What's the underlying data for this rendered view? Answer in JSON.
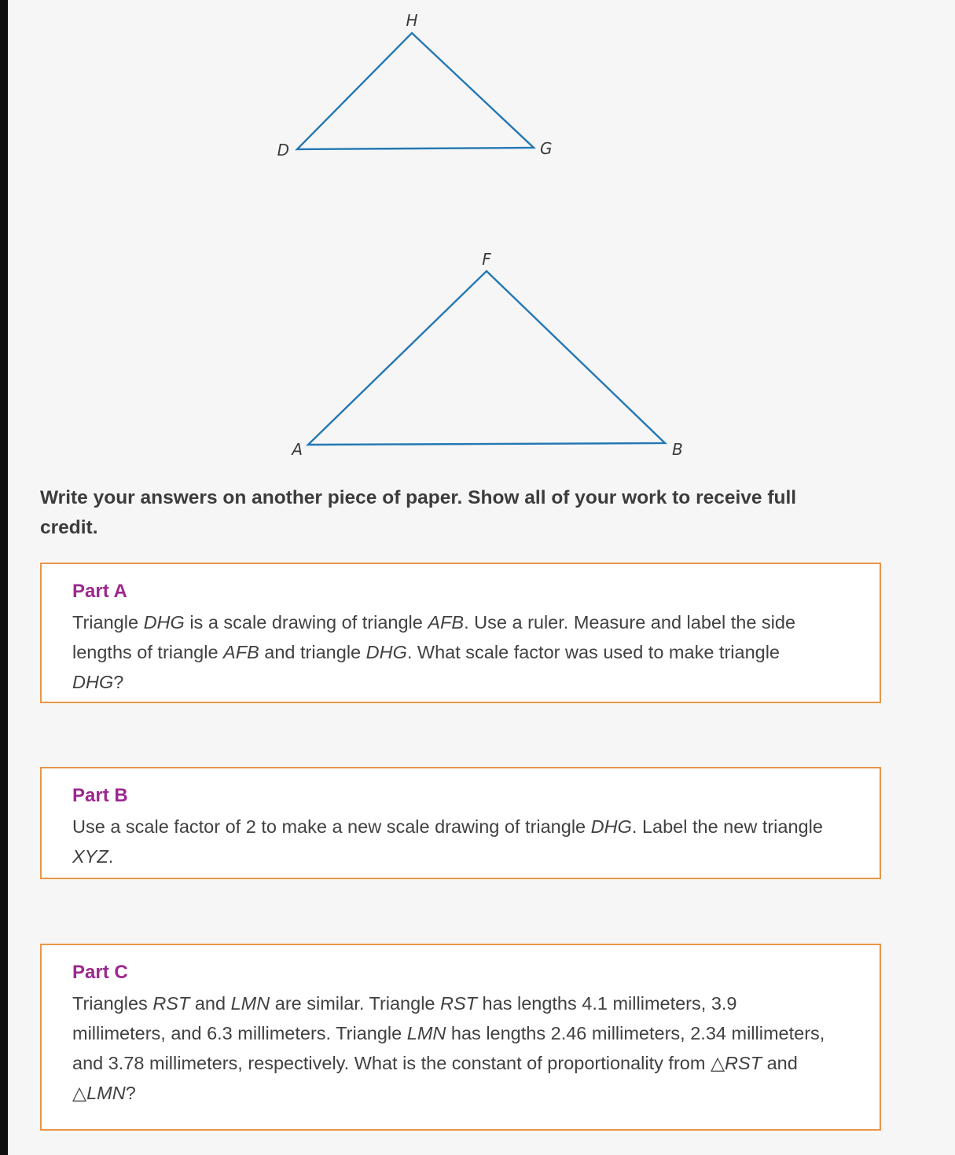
{
  "page": {
    "background_color": "#f6f6f6",
    "left_edge_color": "#101010",
    "triangle_stroke_color": "#2478b3",
    "part_title_color": "#9c288e",
    "box_border_color": "#ea9548"
  },
  "figure": {
    "triangle_dhg": {
      "labels": {
        "top": "H",
        "left": "D",
        "right": "G"
      }
    },
    "triangle_afb": {
      "labels": {
        "top": "F",
        "left": "A",
        "right": "B"
      }
    }
  },
  "instructions": "Write your answers on another piece of paper. Show all of your work to receive full credit.",
  "parts": [
    {
      "title": "Part A",
      "body": [
        {
          "t": "Triangle "
        },
        {
          "t": "DHG",
          "i": true
        },
        {
          "t": " is a scale drawing of triangle "
        },
        {
          "t": "AFB",
          "i": true
        },
        {
          "t": ". Use a ruler. Measure and label the side lengths of triangle "
        },
        {
          "t": "AFB",
          "i": true
        },
        {
          "t": " and triangle "
        },
        {
          "t": "DHG",
          "i": true
        },
        {
          "t": ". What scale factor was used to make triangle "
        },
        {
          "t": "DHG",
          "i": true
        },
        {
          "t": "?"
        }
      ]
    },
    {
      "title": "Part B",
      "body": [
        {
          "t": "Use a scale factor of 2 to make a new scale drawing of triangle "
        },
        {
          "t": "DHG",
          "i": true
        },
        {
          "t": ". Label the new triangle "
        },
        {
          "t": "XYZ",
          "i": true
        },
        {
          "t": "."
        }
      ]
    },
    {
      "title": "Part C",
      "body": [
        {
          "t": "Triangles "
        },
        {
          "t": "RST",
          "i": true
        },
        {
          "t": " and "
        },
        {
          "t": "LMN",
          "i": true
        },
        {
          "t": " are similar. Triangle "
        },
        {
          "t": "RST",
          "i": true
        },
        {
          "t": " has lengths 4.1 millimeters, 3.9 millimeters, and 6.3 millimeters. Triangle "
        },
        {
          "t": "LMN",
          "i": true
        },
        {
          "t": " has lengths 2.46 millimeters, 2.34 millimeters, and 3.78 millimeters, respectively. What is the constant of proportionality from △"
        },
        {
          "t": "RST",
          "i": true
        },
        {
          "t": " and △"
        },
        {
          "t": "LMN",
          "i": true
        },
        {
          "t": "?"
        }
      ]
    }
  ]
}
